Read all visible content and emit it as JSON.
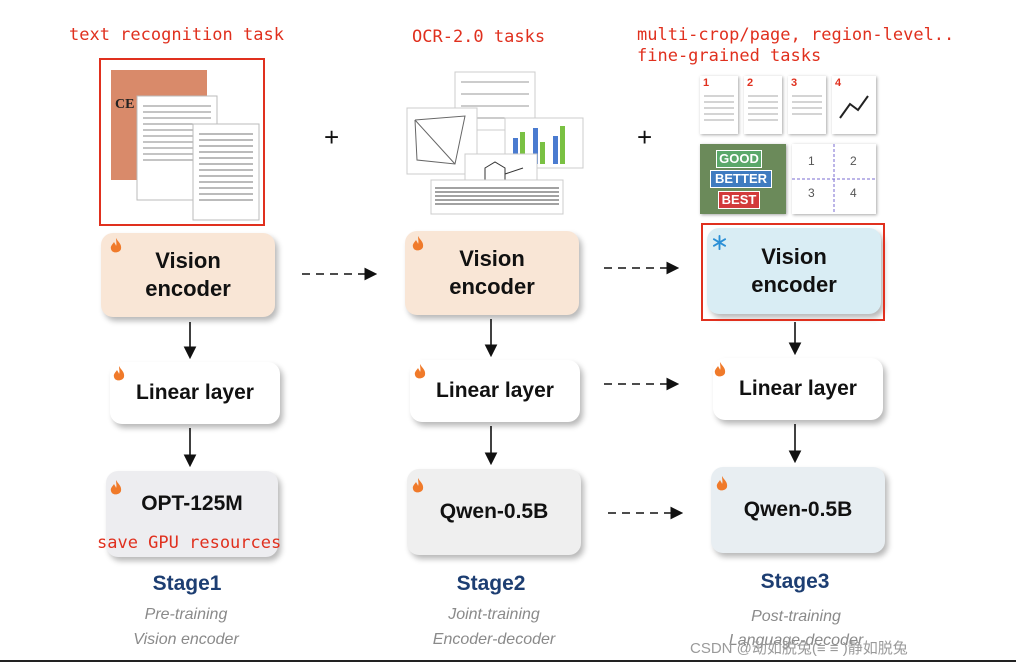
{
  "annotations": {
    "text_recognition": "text recognition task",
    "ocr2": "OCR-2.0 tasks",
    "multi_crop_line1": "multi-crop/page, region-level..",
    "multi_crop_line2": "fine-grained tasks",
    "save_gpu": "save GPU resources"
  },
  "plus_sign": "+",
  "stages": [
    {
      "vision_line1": "Vision",
      "vision_line2": "encoder",
      "linear": "Linear layer",
      "decoder": "OPT-125M",
      "title": "Stage1",
      "sub1": "Pre-training",
      "sub2": "Vision encoder"
    },
    {
      "vision_line1": "Vision",
      "vision_line2": "encoder",
      "linear": "Linear layer",
      "decoder": "Qwen-0.5B",
      "title": "Stage2",
      "sub1": "Joint-training",
      "sub2": "Encoder-decoder"
    },
    {
      "vision_line1": "Vision",
      "vision_line2": "encoder",
      "linear": "Linear layer",
      "decoder": "Qwen-0.5B",
      "title": "Stage3",
      "sub1": "Post-training",
      "sub2": "Language-decoder"
    }
  ],
  "poster": {
    "line1": "GOOD",
    "line2": "BETTER",
    "line3": "BEST"
  },
  "page_numbers": [
    "1",
    "2",
    "3",
    "4"
  ],
  "quadrant_numbers": [
    "1",
    "2",
    "3",
    "4"
  ],
  "watermark": "CSDN @动如脱兔(≡ ≡ )静如脱兔",
  "colors": {
    "accent_red": "#e0301e",
    "stage_title": "#1d3e72",
    "flame": "#f07a2a",
    "snowflake": "#2a8fd6"
  }
}
